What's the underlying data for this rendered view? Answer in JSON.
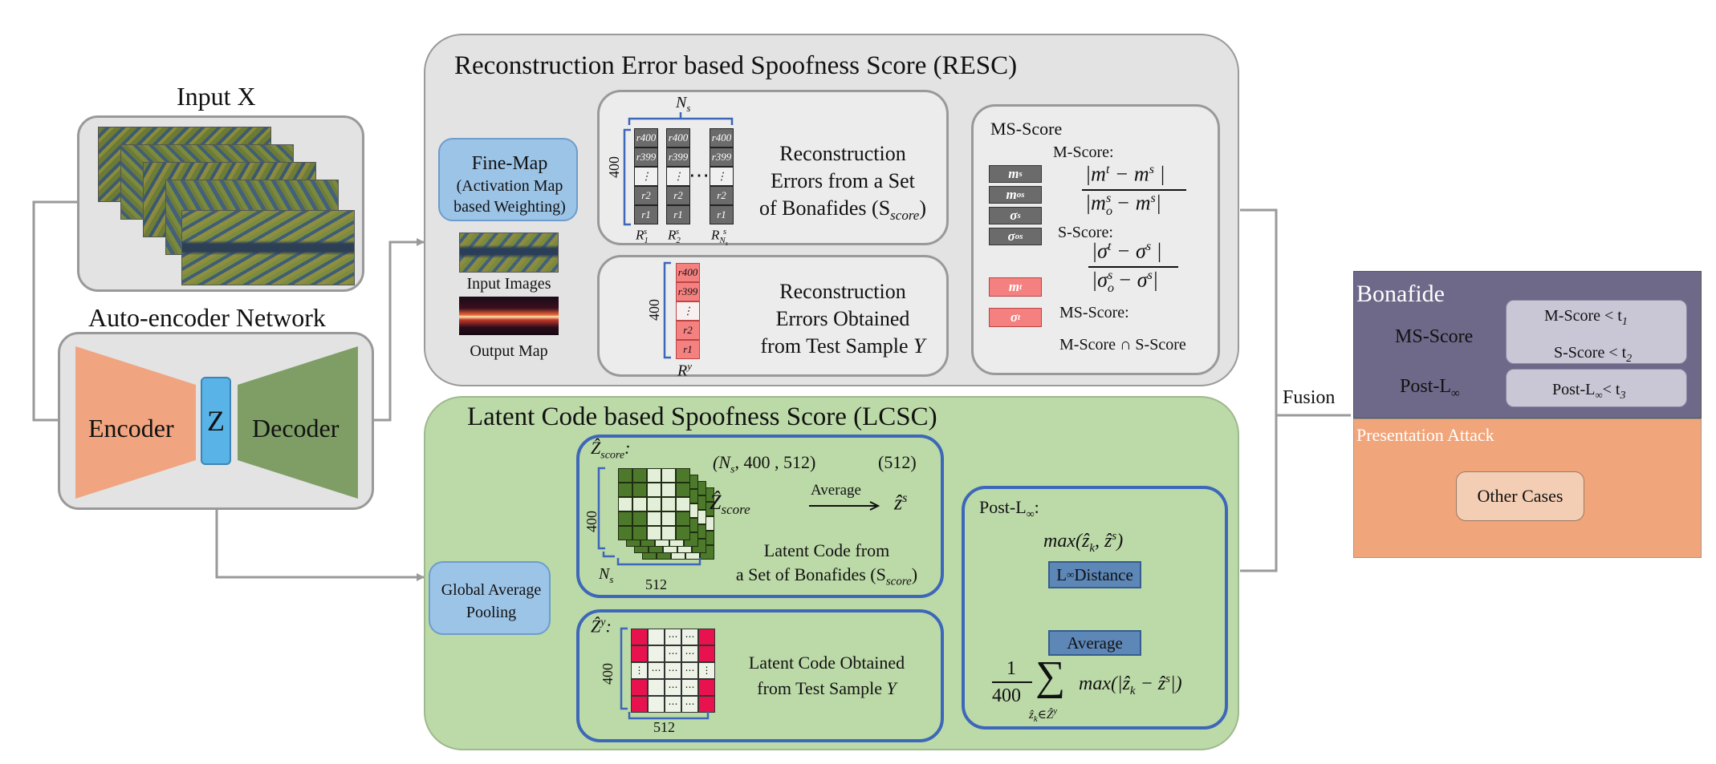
{
  "input": {
    "title": "Input X"
  },
  "autoencoder": {
    "title": "Auto-encoder Network",
    "encoder": "Encoder",
    "z": "Z",
    "decoder": "Decoder"
  },
  "resc": {
    "title": "Reconstruction Error based Spoofness Score (RESC)",
    "finemap": {
      "line1": "Fine-Map",
      "line2": "(Activation Map",
      "line3": "based Weighting)"
    },
    "input_images": "Input Images",
    "output_map": "Output Map",
    "ns_label": "N",
    "ns_sub": "s",
    "depth_label": "400",
    "col_cells": [
      "r400",
      "r399",
      "⋮",
      "r2",
      "r1"
    ],
    "col_labels": [
      "R1s",
      "R2s",
      "RNss"
    ],
    "dots": "⋯",
    "bonafide_errors": {
      "line1": "Reconstruction",
      "line2": "Errors from a Set",
      "line3": "of Bonafides (S",
      "line3_sub": "score",
      "line3_end": ")"
    },
    "test_errors": {
      "line1": "Reconstruction",
      "line2": "Errors Obtained",
      "line3": "from Test Sample ",
      "line3_var": "Y"
    },
    "ry_label": "R",
    "ry_sup": "y",
    "ms": {
      "title": "MS-Score",
      "mscore_label": "M-Score:",
      "sscore_label": "S-Score:",
      "ms_label": "MS-Score:",
      "ms_formula": "M-Score ∩ S-Score",
      "chips_dark": [
        "m",
        "m",
        "σ",
        "σ"
      ],
      "chips_red": [
        "m",
        "σ"
      ]
    }
  },
  "lcsc": {
    "title": "Latent Code based Spoofness Score (LCSC)",
    "gap": {
      "line1": "Global Average",
      "line2": "Pooling"
    },
    "zscore_label": "Ẑ",
    "zscore_sub": "score",
    "shape1": "(N",
    "shape1_sub": "s",
    "shape1_end": ", 400 , 512)",
    "shape2": "(512)",
    "average_word": "Average",
    "latent_bona": {
      "line1": "Latent Code from",
      "line2": "a Set of Bonafides (S",
      "line2_sub": "score",
      "line2_end": ")"
    },
    "latent_test": {
      "line1": "Latent Code Obtained",
      "line2": "from Test Sample ",
      "line2_var": "Y"
    },
    "zy_label": "Ẑ",
    "zy_sup": "y",
    "dim_400": "400",
    "dim_512": "512",
    "ns_label": "N",
    "ns_sub": "s",
    "post": {
      "title": "Post-L",
      "title_end": ":",
      "max_expr": "max(ẑ",
      "max_expr_end": ", ẑ",
      "linf": "L",
      "linf_end": " Distance",
      "average": "Average",
      "frac_num": "1",
      "frac_den": "400"
    }
  },
  "fusion": "Fusion",
  "decision": {
    "bonafide": "Bonafide",
    "ms_score": "MS-Score",
    "cond_m": "M-Score < t",
    "cond_s": "S-Score < t",
    "post_label": "Post-L",
    "cond_post": "Post-L",
    "attack": "Presentation Attack",
    "other": "Other Cases"
  },
  "colors": {
    "encoder": "#f0a480",
    "decoder": "#7e9e66",
    "z": "#5ab3e6",
    "bonafide_bg": "#6e6889",
    "attack_bg": "#f1a57a",
    "latent_green": "#4d7a2a",
    "latent_red": "#e8124e",
    "wire": "#9a9a9a"
  }
}
